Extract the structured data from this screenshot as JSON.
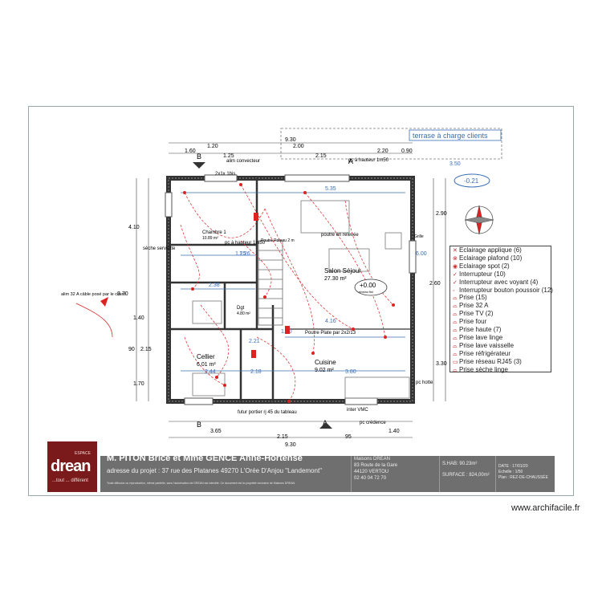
{
  "plan": {
    "terrace_label": "terrase à charge clients",
    "terrace_dim": "3.50",
    "level_badge": "-0.21",
    "level_main": "+0.00",
    "level_main_sub": "niveau fini",
    "rooms": [
      {
        "name": "Salon Séjour",
        "area": "27.30 m²"
      },
      {
        "name": "Cuisine",
        "area": "9.02 m²"
      },
      {
        "name": "Cellier",
        "area": "6.01 m²"
      },
      {
        "name": "Chambre 1",
        "area": "10.89 m²"
      },
      {
        "name": "Dgt",
        "area": "4.80 m²"
      }
    ],
    "dims_top": [
      "9.30",
      "1.20",
      "2.00",
      "1.60",
      "1.25",
      "2.15",
      "2.20",
      "0.90"
    ],
    "dims_bottom": [
      "3.65",
      "2.15",
      "95",
      "1.40",
      "9.30"
    ],
    "dims_left": [
      "4.10",
      "3.70",
      "2.15",
      "1.40",
      "90",
      "1.70"
    ],
    "dims_right": [
      "2.90",
      "6.00",
      "2.60",
      "3.30"
    ],
    "inner_dims": [
      "5.35",
      "1.25",
      "2.21",
      "3.80",
      "2.18",
      "4.16",
      "2.44",
      "2.38",
      "1.26",
      "1.80"
    ],
    "annotations": [
      "alim convecteur",
      "pc à hauteur 1m50",
      "2x1x 1bis",
      "pc à hauteur 1m50",
      "sèche serviette",
      "poutre en relevée",
      "Poutre Poteau 2 m",
      "Poutre Plate par 2x2/13",
      "alim 32 A câble posé par le client",
      "futur portier rj 45 du tableau",
      "inter VMC",
      "pc crédence",
      "pc hotte",
      "Grille"
    ],
    "section_marks": [
      "B",
      "B",
      "A",
      "A"
    ]
  },
  "legend": [
    {
      "icon": "applique-icon",
      "label": "Eclairage applique (6)"
    },
    {
      "icon": "plafond-icon",
      "label": "Eclairage plafond (10)"
    },
    {
      "icon": "spot-icon",
      "label": "Eclairage spot (2)"
    },
    {
      "icon": "interrupteur-icon",
      "label": "Interrupteur (10)"
    },
    {
      "icon": "voyant-icon",
      "label": "Interrupteur avec voyant (4)"
    },
    {
      "icon": "poussoir-icon",
      "label": "Interrupteur bouton poussoir (12)"
    },
    {
      "icon": "prise-icon",
      "label": "Prise (15)"
    },
    {
      "icon": "prise-32a-icon",
      "label": "Prise 32 A"
    },
    {
      "icon": "prise-tv-icon",
      "label": "Prise TV (2)"
    },
    {
      "icon": "prise-four-icon",
      "label": "Prise four"
    },
    {
      "icon": "prise-haute-icon",
      "label": "Prise haute (7)"
    },
    {
      "icon": "lave-linge-icon",
      "label": "Prise lave linge"
    },
    {
      "icon": "lave-vaisselle-icon",
      "label": "Prise lave vaisselle"
    },
    {
      "icon": "refrigerateur-icon",
      "label": "Prise réfrigérateur"
    },
    {
      "icon": "rj45-icon",
      "label": "Prise réseau RJ45 (3)"
    },
    {
      "icon": "seche-linge-icon",
      "label": "Prise sèche linge"
    }
  ],
  "titleblock": {
    "logo_word": "drean",
    "logo_sup": "ESPACE",
    "logo_tag": "...tout ... différent",
    "client": "M. PITON Brice et Mme GENCE Anne-Hortense",
    "address": "adresse du projet : 37 rue des Platanes 49270 L'Orée D'Anjou \"Landemont\"",
    "legal": "Toute diffusion ou reproduction, même partielle, sans l'autorisation de DREAN est interdite. Ce document est la propriété exclusive de Maisons DREAN.",
    "company": [
      "Maisons DREAN",
      "83 Route de la Gare",
      "44120 VERTOU",
      "02 40 04 72 70"
    ],
    "surfaces": [
      "S.HAB: 90.23m²",
      "SURFACE : 824,00m²"
    ],
    "meta": [
      "DATE : 17/01/20",
      "Echelle : 1/50",
      "Plan : REZ-DE-CHAUSSÉE"
    ]
  },
  "credit": "www.archifacile.fr"
}
